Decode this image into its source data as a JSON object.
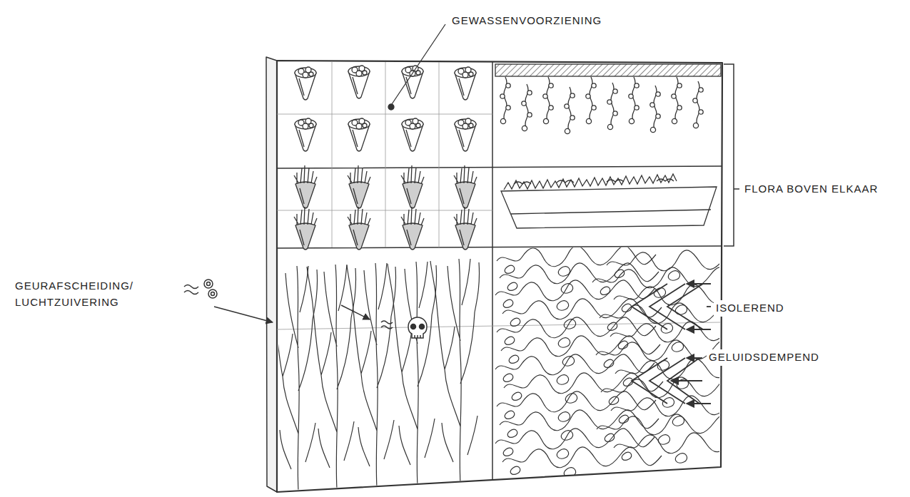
{
  "diagram": {
    "labels": [
      "GEWASSENVOORZIENING",
      "FLORA BOVEN ELKAAR",
      "GEURAFSCHEIDING/ LUCHTZUIVERING",
      "ISOLEREND",
      "GELUIDSDEMPEND"
    ]
  }
}
